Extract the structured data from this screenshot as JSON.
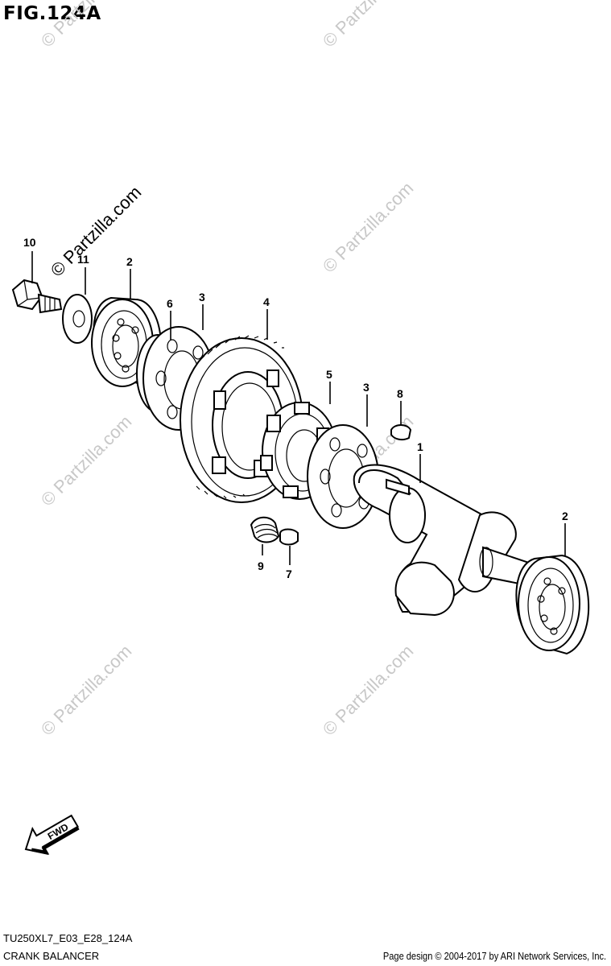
{
  "figure": {
    "title": "FIG.124A",
    "model_code": "TU250XL7_E03_E28_124A",
    "section_name": "CRANK BALANCER",
    "copyright": "Page design © 2004-2017 by ARI Network Services, Inc.",
    "fwd_label": "FWD"
  },
  "watermark": {
    "text": "© Partzilla.com"
  },
  "callouts": [
    {
      "id": "10",
      "label": "10"
    },
    {
      "id": "11",
      "label": "11"
    },
    {
      "id": "2a",
      "label": "2"
    },
    {
      "id": "6",
      "label": "6"
    },
    {
      "id": "3a",
      "label": "3"
    },
    {
      "id": "4",
      "label": "4"
    },
    {
      "id": "5",
      "label": "5"
    },
    {
      "id": "3b",
      "label": "3"
    },
    {
      "id": "8",
      "label": "8"
    },
    {
      "id": "1",
      "label": "1"
    },
    {
      "id": "2b",
      "label": "2"
    },
    {
      "id": "9",
      "label": "9"
    },
    {
      "id": "7",
      "label": "7"
    }
  ]
}
